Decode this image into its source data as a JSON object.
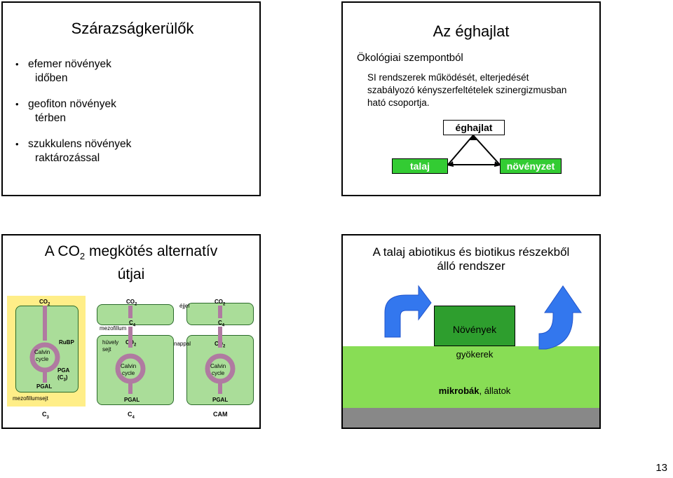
{
  "slide1": {
    "title": "Szárazságkerülők",
    "bullets": [
      {
        "main": "efemer növények",
        "sub": "időben"
      },
      {
        "main": "geofiton növények",
        "sub": "térben"
      },
      {
        "main": "szukkulens növények",
        "sub": "raktározással"
      }
    ]
  },
  "slide2": {
    "title": "Az éghajlat",
    "subtitle": "Ökológiai szempontból",
    "lines": [
      "SI rendszerek működését, elterjedését",
      "szabályozó kényszerfeltételek szinergizmusban",
      "ható csoportja."
    ],
    "top_box": "éghajlat",
    "left_box": "talaj",
    "right_box": "növényzet",
    "colors": {
      "box_green": "#33cc33"
    }
  },
  "slide3": {
    "title_prefix": "A CO",
    "title_sub": "2",
    "title_suffix": " megkötés alternatív",
    "title_line2": "útjai",
    "c3": {
      "co2": "CO",
      "co2_sub": "2",
      "rubp": "RuBP",
      "calvin1": "Calvin",
      "calvin2": "cycle",
      "pga": "PGA",
      "pga_sub_text": "(C",
      "pga_sub": "3",
      "pga_close": ")",
      "pgal": "PGAL",
      "cell_label": "mezofillumsejt",
      "type_label": "C",
      "type_sub": "3"
    },
    "c4": {
      "co2": "CO",
      "co2_sub": "2",
      "c4": "C",
      "c4_sub": "4",
      "mezofillum": "mezofillum",
      "huvely1": "hüvely",
      "huvely2": "sejt",
      "co2b": "CO",
      "co2b_sub": "2",
      "calvin1": "Calvin",
      "calvin2": "cycle",
      "pgal": "PGAL",
      "type_label": "C",
      "type_sub": "4"
    },
    "cam": {
      "ejjel": "éjjel",
      "nappal": "nappal",
      "co2": "CO",
      "co2_sub": "2",
      "c4": "C",
      "c4_sub": "4",
      "co2b": "CO",
      "co2b_sub": "2",
      "calvin1": "Calvin",
      "calvin2": "cycle",
      "pgal": "PGAL",
      "type_label": "CAM"
    },
    "colors": {
      "cell": "#aadd99",
      "yellow": "#ffee88",
      "arrow": "#b07aa1"
    }
  },
  "slide4": {
    "title_line1": "A talaj abiotikus és biotikus részekből",
    "title_line2": "álló rendszer",
    "plants": "Növények",
    "roots": "gyökerek",
    "soil_prefix": "mikrobák",
    "soil_suffix": ", állatok",
    "colors": {
      "ground": "#88dd55",
      "plant_box": "#2e9e2e",
      "arrow_blue": "#3377ee",
      "soil": "#888888"
    }
  },
  "page_number": "13"
}
